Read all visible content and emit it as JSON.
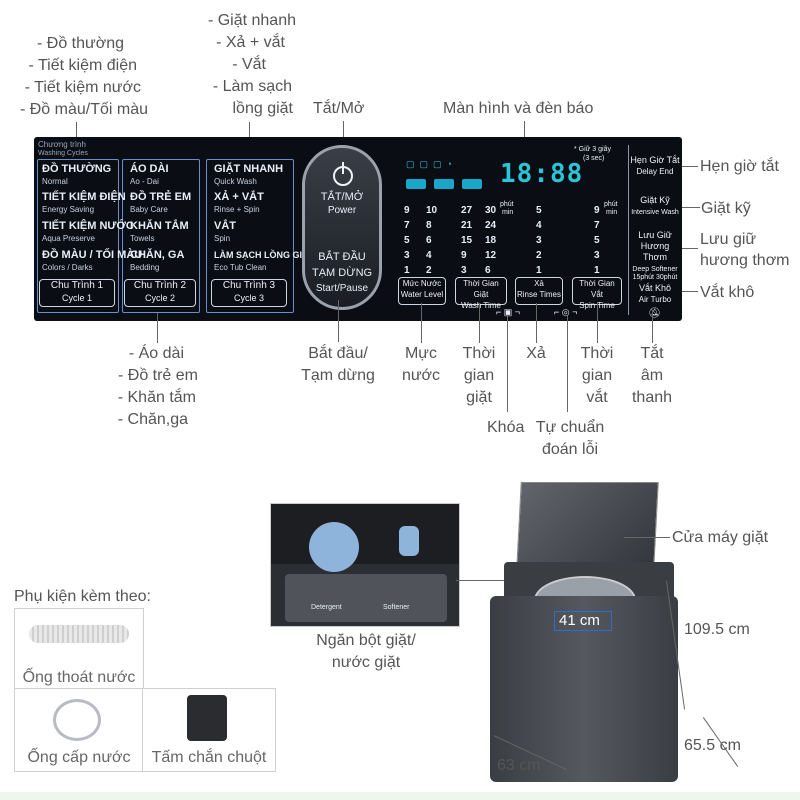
{
  "left_labels": {
    "cycle1_features": [
      "- Đồ thường",
      "- Tiết kiệm điện",
      "- Tiết kiệm nước",
      "- Đồ màu/Tối màu"
    ],
    "cycle3_features": [
      "- Giặt nhanh",
      "- Xả + vắt",
      "- Vắt",
      "- Làm sạch",
      "lồng giặt"
    ],
    "cycle2_features": [
      "- Áo dài",
      "- Đồ trẻ em",
      "- Khăn tắm",
      "- Chăn,ga"
    ]
  },
  "top_labels": {
    "power": "Tắt/Mở",
    "display": "Màn hình và đèn báo"
  },
  "right_labels": {
    "delay_end": "Hẹn giờ tắt",
    "intensive": "Giặt kỹ",
    "deep_softener_1": "Lưu giữ",
    "deep_softener_2": "hương thơm",
    "air_turbo": "Vắt khô"
  },
  "bottom_labels": {
    "start_pause_1": "Bắt đầu/",
    "start_pause_2": "Tạm dừng",
    "water_level_1": "Mực",
    "water_level_2": "nước",
    "wash_time_1": "Thời",
    "wash_time_2": "gian",
    "wash_time_3": "giặt",
    "rinse": "Xả",
    "spin_time_1": "Thời",
    "spin_time_2": "gian",
    "spin_time_3": "vắt",
    "mute_1": "Tắt",
    "mute_2": "âm",
    "mute_3": "thanh",
    "lock": "Khóa",
    "diag_1": "Tự chuẩn",
    "diag_2": "đoán lỗi"
  },
  "panel": {
    "header": "Chương trình",
    "header_sub": "Washing Cycles",
    "col1": [
      {
        "vi": "ĐỒ THƯỜNG",
        "en": "Normal"
      },
      {
        "vi": "TIẾT KIỆM ĐIỆN",
        "en": "Energy Saving"
      },
      {
        "vi": "TIẾT KIỆM NƯỚC",
        "en": "Aqua Preserve"
      },
      {
        "vi": "ĐỒ MÀU / TỐI MÀU",
        "en": "Colors / Darks"
      }
    ],
    "col2": [
      {
        "vi": "ÁO DÀI",
        "en": "Ao - Dai"
      },
      {
        "vi": "ĐỒ TRẺ EM",
        "en": "Baby Care"
      },
      {
        "vi": "KHĂN TẮM",
        "en": "Towels"
      },
      {
        "vi": "CHĂN, GA",
        "en": "Bedding"
      }
    ],
    "col3": [
      {
        "vi": "GIẶT NHANH",
        "en": "Quick Wash"
      },
      {
        "vi": "XẢ + VẮT",
        "en": "Rinse + Spin"
      },
      {
        "vi": "VẮT",
        "en": "Spin"
      },
      {
        "vi": "LÀM SẠCH LỒNG GIẶT",
        "en": "Eco Tub Clean"
      }
    ],
    "cycle_buttons": [
      {
        "vi": "Chu Trình 1",
        "en": "Cycle 1"
      },
      {
        "vi": "Chu Trình 2",
        "en": "Cycle 2"
      },
      {
        "vi": "Chu Trình 3",
        "en": "Cycle 3"
      }
    ],
    "power_vi": "TẮT/MỞ",
    "power_en": "Power",
    "start_vi_1": "BẮT ĐẦU",
    "start_vi_2": "TẠM DỪNG",
    "start_en": "Start/Pause",
    "display_digits": "18:88",
    "hold_note": "* Giữ 3 giây",
    "hold_note_sub": "(3 sec)",
    "number_columns": [
      [
        "9",
        "7",
        "5",
        "3",
        "1"
      ],
      [
        "10",
        "8",
        "6",
        "4",
        "2"
      ],
      [
        "27",
        "21",
        "15",
        "9",
        "3"
      ],
      [
        "30",
        "24",
        "18",
        "12",
        "6"
      ],
      [
        "5",
        "4",
        "3",
        "2",
        "1"
      ],
      [
        "9",
        "7",
        "5",
        "3",
        "1"
      ]
    ],
    "unit_minutes": "phút",
    "unit_minutes_en": "min",
    "bottom_buttons": [
      {
        "vi": "Mức Nước",
        "en": "Water Level"
      },
      {
        "vi": "Thời Gian Giặt",
        "en": "Wash Time"
      },
      {
        "vi": "Xả",
        "en": "Rinse Times"
      },
      {
        "vi": "Thời Gian Vắt",
        "en": "Spin Time"
      }
    ],
    "right_buttons": [
      {
        "vi": "Hẹn Giờ Tắt",
        "en": "Delay End"
      },
      {
        "vi": "Giặt Kỹ",
        "en": "Intensive Wash"
      },
      {
        "vi_1": "Lưu Giữ",
        "vi_2": "Hương Thơm",
        "en": "Deep Softener"
      },
      {
        "vi": "Vắt Khô",
        "en": "Air Turbo"
      }
    ],
    "airturbo_options": [
      "15phút",
      "30phút"
    ]
  },
  "product": {
    "door_label": "Cửa máy giặt",
    "drawer_label_1": "Ngăn bột giặt/",
    "drawer_label_2": "nước giặt",
    "drawer_left": "Detergent",
    "drawer_right": "Softener",
    "drum_diameter": "41 cm",
    "height": "109.5 cm",
    "depth": "65.5 cm",
    "width": "63 cm"
  },
  "accessories": {
    "title": "Phụ kiện kèm theo:",
    "items": [
      "Ống thoát nước",
      "Ống cấp nước",
      "Tấm chắn chuột"
    ]
  },
  "colors": {
    "panel_bg": "#0a0d14",
    "display_cyan": "#29c6d8",
    "bracket_blue": "#6a8fcc"
  }
}
